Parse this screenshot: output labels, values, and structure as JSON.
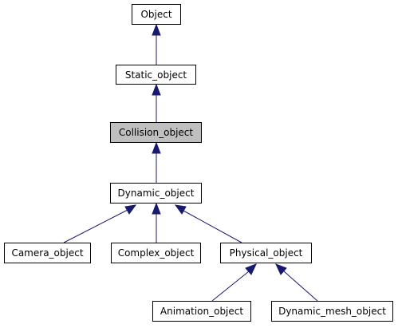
{
  "colors": {
    "edge": "#191970",
    "highlight_fill": "#bfbfbf",
    "border": "#000000"
  },
  "nodes": {
    "object": "Object",
    "static_object": "Static_object",
    "collision_object": "Collision_object",
    "dynamic_object": "Dynamic_object",
    "camera_object": "Camera_object",
    "complex_object": "Complex_object",
    "physical_object": "Physical_object",
    "animation_object": "Animation_object",
    "dynamic_mesh_object": "Dynamic_mesh_object"
  },
  "edges": [
    {
      "from": "static_object",
      "to": "object"
    },
    {
      "from": "collision_object",
      "to": "static_object"
    },
    {
      "from": "dynamic_object",
      "to": "collision_object"
    },
    {
      "from": "camera_object",
      "to": "dynamic_object"
    },
    {
      "from": "complex_object",
      "to": "dynamic_object"
    },
    {
      "from": "physical_object",
      "to": "dynamic_object"
    },
    {
      "from": "animation_object",
      "to": "physical_object"
    },
    {
      "from": "dynamic_mesh_object",
      "to": "physical_object"
    }
  ],
  "highlighted": "collision_object"
}
